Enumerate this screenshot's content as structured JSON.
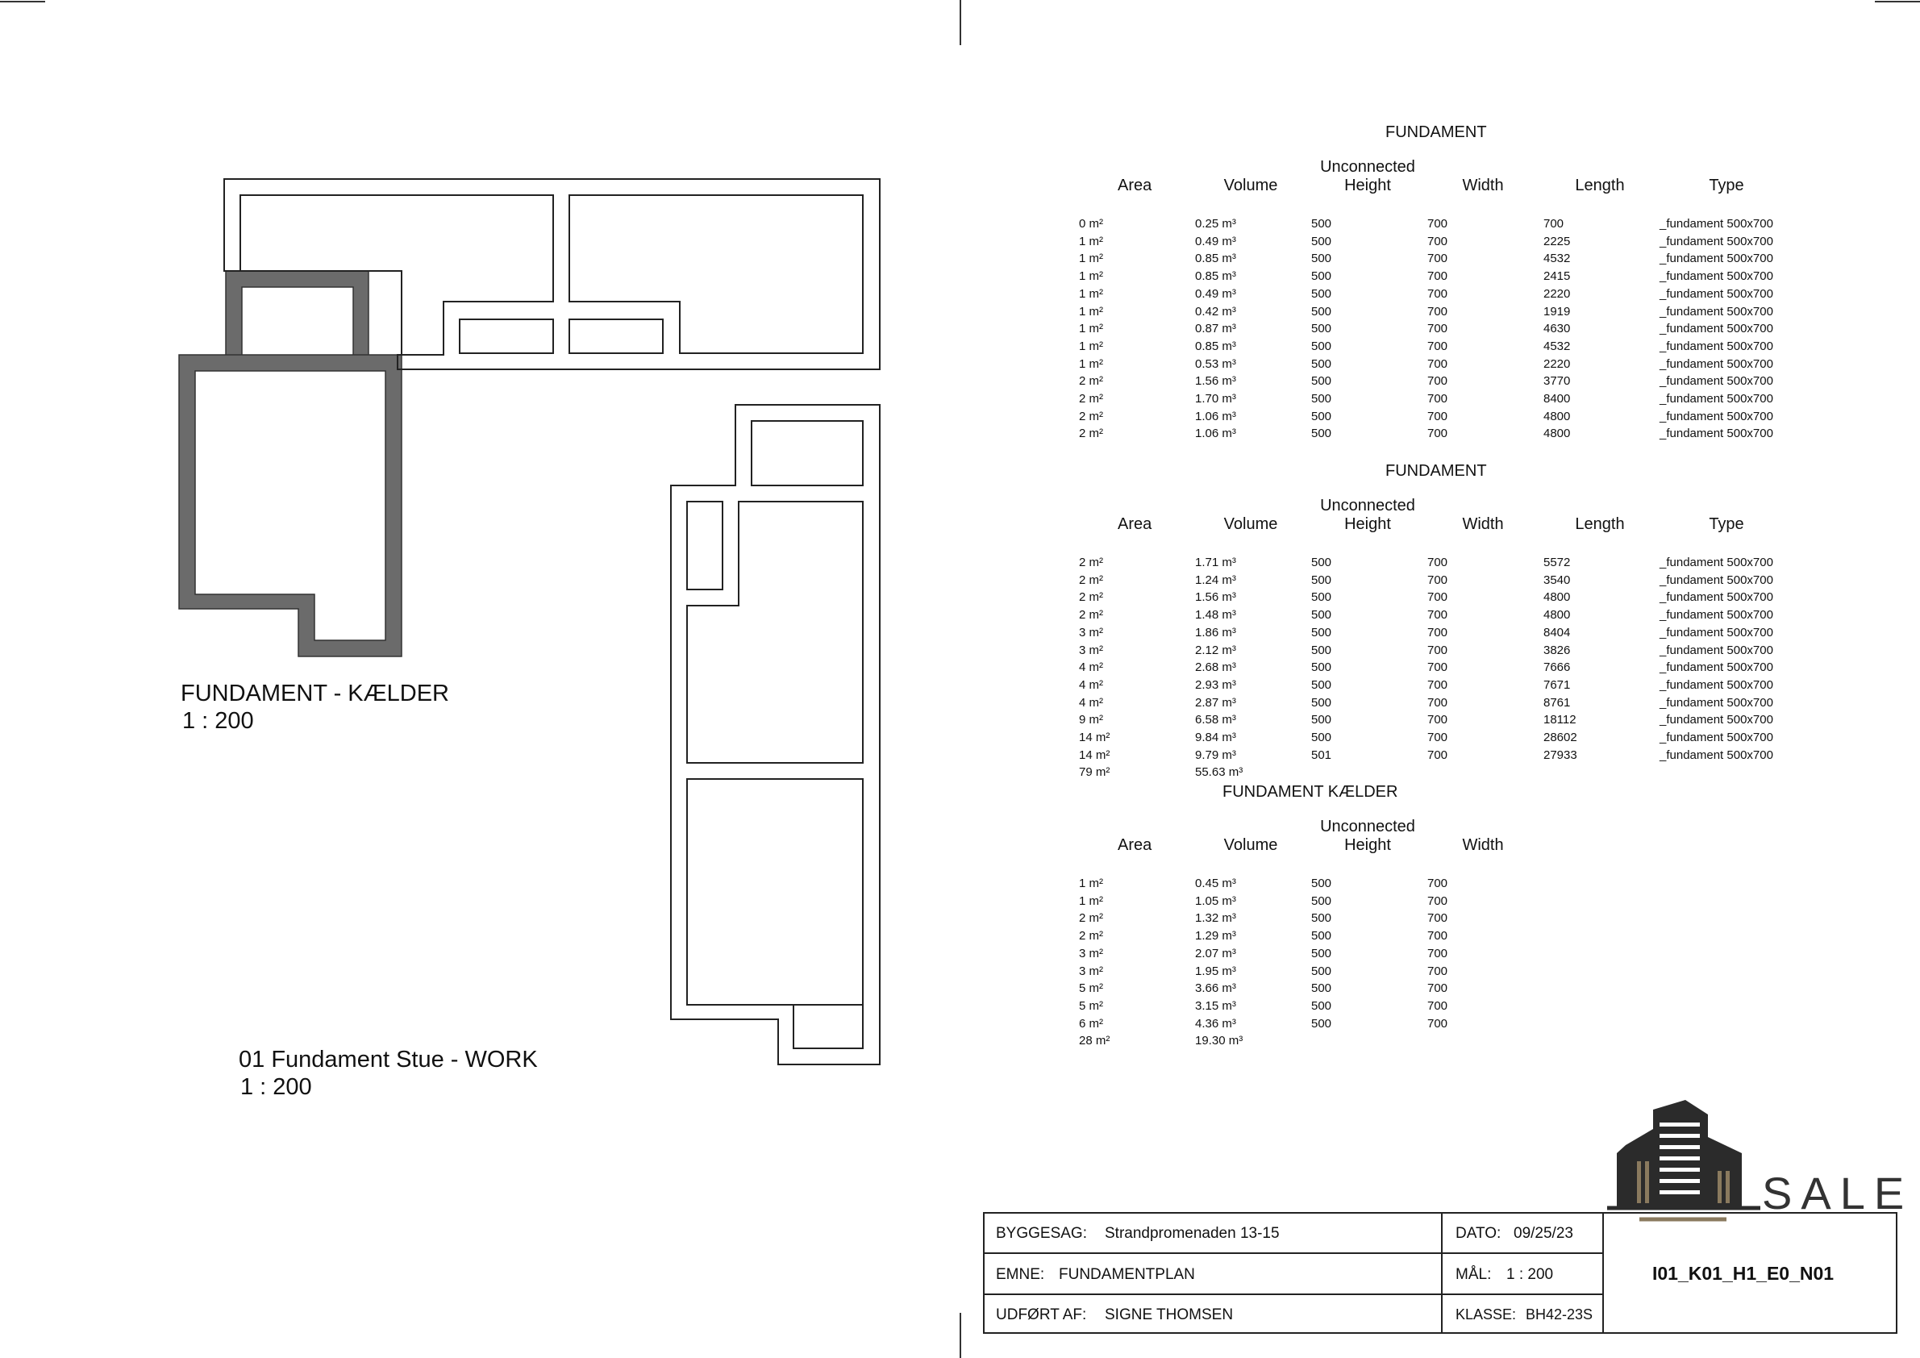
{
  "views": {
    "kaelder": {
      "title": "FUNDAMENT - KÆLDER",
      "scale": "1 : 200"
    },
    "stue": {
      "title": "01 Fundament Stue - WORK",
      "scale": "1 : 200"
    }
  },
  "schedule_1": {
    "title": "FUNDAMENT",
    "headers": {
      "area": "Area",
      "volume": "Volume",
      "unconnected": "Unconnected",
      "height": "Height",
      "width": "Width",
      "length": "Length",
      "type": "Type"
    },
    "rows": [
      [
        "0 m²",
        "0.25 m³",
        "500",
        "700",
        "700",
        "_fundament 500x700"
      ],
      [
        "1 m²",
        "0.49 m³",
        "500",
        "700",
        "2225",
        "_fundament 500x700"
      ],
      [
        "1 m²",
        "0.85 m³",
        "500",
        "700",
        "4532",
        "_fundament 500x700"
      ],
      [
        "1 m²",
        "0.85 m³",
        "500",
        "700",
        "2415",
        "_fundament 500x700"
      ],
      [
        "1 m²",
        "0.49 m³",
        "500",
        "700",
        "2220",
        "_fundament 500x700"
      ],
      [
        "1 m²",
        "0.42 m³",
        "500",
        "700",
        "1919",
        "_fundament 500x700"
      ],
      [
        "1 m²",
        "0.87 m³",
        "500",
        "700",
        "4630",
        "_fundament 500x700"
      ],
      [
        "1 m²",
        "0.85 m³",
        "500",
        "700",
        "4532",
        "_fundament 500x700"
      ],
      [
        "1 m²",
        "0.53 m³",
        "500",
        "700",
        "2220",
        "_fundament 500x700"
      ],
      [
        "2 m²",
        "1.56 m³",
        "500",
        "700",
        "3770",
        "_fundament 500x700"
      ],
      [
        "2 m²",
        "1.70 m³",
        "500",
        "700",
        "8400",
        "_fundament 500x700"
      ],
      [
        "2 m²",
        "1.06 m³",
        "500",
        "700",
        "4800",
        "_fundament 500x700"
      ],
      [
        "2 m²",
        "1.06 m³",
        "500",
        "700",
        "4800",
        "_fundament 500x700"
      ]
    ]
  },
  "schedule_2": {
    "title": "FUNDAMENT",
    "headers": {
      "area": "Area",
      "volume": "Volume",
      "unconnected": "Unconnected",
      "height": "Height",
      "width": "Width",
      "length": "Length",
      "type": "Type"
    },
    "rows": [
      [
        "2 m²",
        "1.71 m³",
        "500",
        "700",
        "5572",
        "_fundament 500x700"
      ],
      [
        "2 m²",
        "1.24 m³",
        "500",
        "700",
        "3540",
        "_fundament 500x700"
      ],
      [
        "2 m²",
        "1.56 m³",
        "500",
        "700",
        "4800",
        "_fundament 500x700"
      ],
      [
        "2 m²",
        "1.48 m³",
        "500",
        "700",
        "4800",
        "_fundament 500x700"
      ],
      [
        "3 m²",
        "1.86 m³",
        "500",
        "700",
        "8404",
        "_fundament 500x700"
      ],
      [
        "3 m²",
        "2.12 m³",
        "500",
        "700",
        "3826",
        "_fundament 500x700"
      ],
      [
        "4 m²",
        "2.68 m³",
        "500",
        "700",
        "7666",
        "_fundament 500x700"
      ],
      [
        "4 m²",
        "2.93 m³",
        "500",
        "700",
        "7671",
        "_fundament 500x700"
      ],
      [
        "4 m²",
        "2.87 m³",
        "500",
        "700",
        "8761",
        "_fundament 500x700"
      ],
      [
        "9 m²",
        "6.58 m³",
        "500",
        "700",
        "18112",
        "_fundament 500x700"
      ],
      [
        "14 m²",
        "9.84 m³",
        "500",
        "700",
        "28602",
        "_fundament 500x700"
      ],
      [
        "14 m²",
        "9.79 m³",
        "501",
        "700",
        "27933",
        "_fundament 500x700"
      ]
    ],
    "total": {
      "area": "79 m²",
      "volume": "55.63 m³"
    }
  },
  "schedule_3": {
    "title": "FUNDAMENT KÆLDER",
    "headers": {
      "area": "Area",
      "volume": "Volume",
      "unconnected": "Unconnected",
      "height": "Height",
      "width": "Width"
    },
    "rows": [
      [
        "1 m²",
        "0.45 m³",
        "500",
        "700"
      ],
      [
        "1 m²",
        "1.05 m³",
        "500",
        "700"
      ],
      [
        "2 m²",
        "1.32 m³",
        "500",
        "700"
      ],
      [
        "2 m²",
        "1.29 m³",
        "500",
        "700"
      ],
      [
        "3 m²",
        "2.07 m³",
        "500",
        "700"
      ],
      [
        "3 m²",
        "1.95 m³",
        "500",
        "700"
      ],
      [
        "5 m²",
        "3.66 m³",
        "500",
        "700"
      ],
      [
        "5 m²",
        "3.15 m³",
        "500",
        "700"
      ],
      [
        "6 m²",
        "4.36 m³",
        "500",
        "700"
      ]
    ],
    "total": {
      "area": "28 m²",
      "volume": "19.30 m³"
    }
  },
  "title_block": {
    "byggesag_label": "BYGGESAG:",
    "byggesag_value": "Strandpromenaden 13-15",
    "emne_label": "EMNE:",
    "emne_value": "FUNDAMENTPLAN",
    "udfoert_label": "UDFØRT AF:",
    "udfoert_value": "SIGNE THOMSEN",
    "dato_label": "DATO:",
    "dato_value": "09/25/23",
    "maal_label": "MÅL:",
    "maal_value": "1 : 200",
    "klasse_label": "KLASSE:",
    "klasse_value": "BH42-23S",
    "sheet_number": "I01_K01_H1_E0_N01"
  },
  "logo": {
    "text": "SALE",
    "icon": "building-logo-icon"
  },
  "colors": {
    "wall_fill": "#6b6b6b",
    "line": "#222222",
    "logo_dark": "#2b2b2b",
    "logo_accent": "#8a7a5e"
  }
}
